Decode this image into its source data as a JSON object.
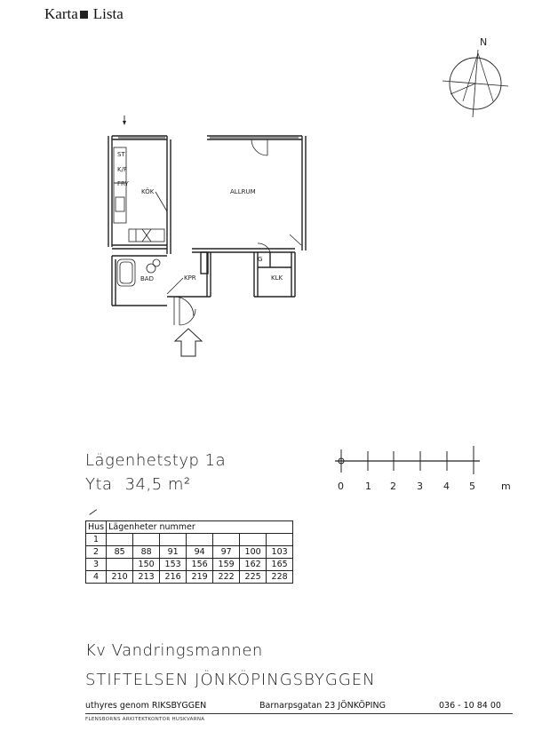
{
  "nav": {
    "karta": "Karta",
    "lista": "Lista"
  },
  "compass": {
    "north": "N"
  },
  "plan": {
    "rooms": {
      "st": "ST",
      "kf": "K/F",
      "fry": "FRY",
      "kok": "KÖK",
      "allrum": "ALLRUM",
      "bad": "BAD",
      "kpr": "KPR",
      "g": "G",
      "klk": "KLK"
    }
  },
  "scale": {
    "ticks": [
      "0",
      "1",
      "2",
      "3",
      "4",
      "5"
    ],
    "unit": "m"
  },
  "apartment": {
    "type_label": "Lägenhetstyp 1a",
    "area_label": "Yta",
    "area_value": "34,5 m²"
  },
  "table": {
    "header_hus": "Hus",
    "header_numbers": "Lägenheter nummer",
    "rows": [
      {
        "hus": "1",
        "nums": [
          "",
          "",
          "",
          "",
          "",
          "",
          ""
        ]
      },
      {
        "hus": "2",
        "nums": [
          "85",
          "88",
          "91",
          "94",
          "97",
          "100",
          "103"
        ]
      },
      {
        "hus": "3",
        "nums": [
          "",
          "150",
          "153",
          "156",
          "159",
          "162",
          "165"
        ]
      },
      {
        "hus": "4",
        "nums": [
          "210",
          "213",
          "216",
          "219",
          "222",
          "225",
          "228"
        ]
      }
    ]
  },
  "block": "Kv Vandringsmannen",
  "owner": "STIFTELSEN JÖNKÖPINGSBYGGEN",
  "footer": {
    "rented": "uthyres genom RIKSBYGGEN",
    "address": "Barnarpsgatan 23 JÖNKÖPING",
    "phone": "036 - 10 84 00",
    "architect": "FLENSBORNS ARKITEKTKONTOR HUSKVARNA"
  }
}
